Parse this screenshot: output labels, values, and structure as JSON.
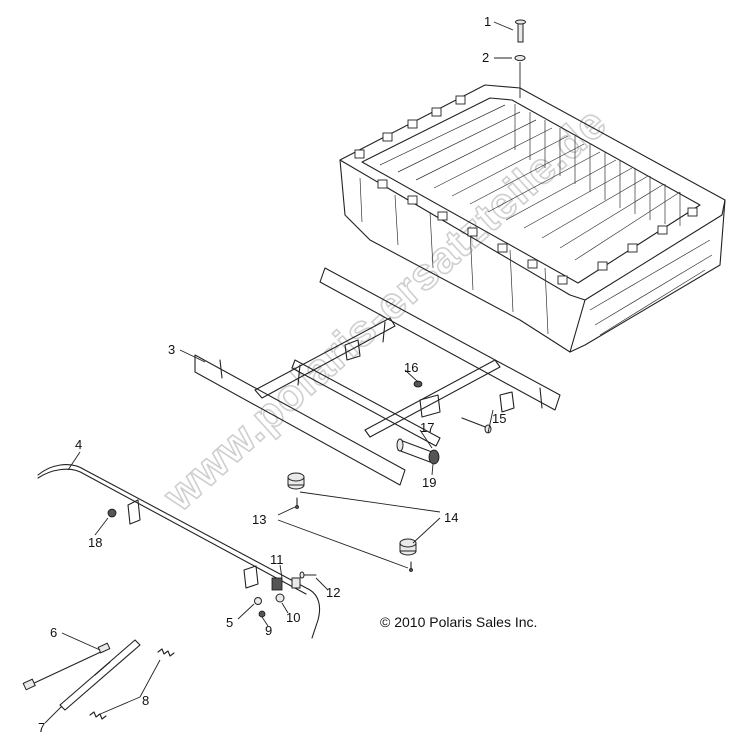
{
  "copyright": "© 2010 Polaris Sales Inc.",
  "watermark": "www.polaris-ersatzteile.de",
  "callouts": {
    "c1": "1",
    "c2": "2",
    "c3": "3",
    "c4": "4",
    "c5": "5",
    "c6": "6",
    "c7": "7",
    "c8": "8",
    "c9": "9",
    "c10": "10",
    "c11": "11",
    "c12": "12",
    "c13": "13",
    "c14": "14",
    "c15": "15",
    "c16": "16",
    "c17": "17",
    "c18": "18",
    "c19": "19"
  },
  "colors": {
    "line": "#222222",
    "watermark": "#cfcfcf",
    "background": "#ffffff"
  }
}
